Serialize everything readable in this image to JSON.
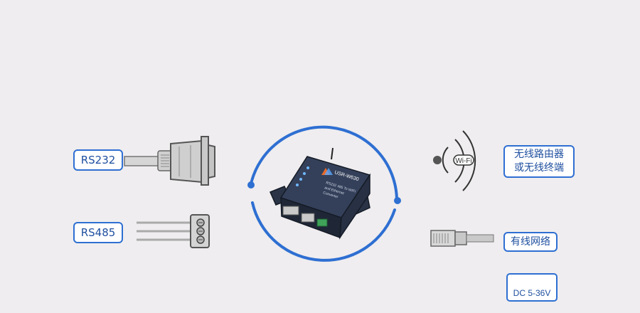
{
  "labels": {
    "rs232": "RS232",
    "rs485": "RS485",
    "wireless_line1": "无线路由器",
    "wireless_line2": "或无线终端",
    "wired": "有线网络",
    "dc": "DC 5-36V"
  },
  "wifi": {
    "badge": "Wi-Fi"
  },
  "device": {
    "model": "USR-W630",
    "desc_line1": "RS232 485 To WIFI",
    "desc_line2": "and Ethernet",
    "desc_line3": "Converter"
  },
  "colors": {
    "accent": "#2e6fd2",
    "background": "#efedef",
    "device_body": "#2a3446"
  },
  "icons": [
    "db9-connector-icon",
    "terminal-block-icon",
    "wifi-signal-icon",
    "ethernet-plug-icon",
    "dc-polarity-icon"
  ]
}
